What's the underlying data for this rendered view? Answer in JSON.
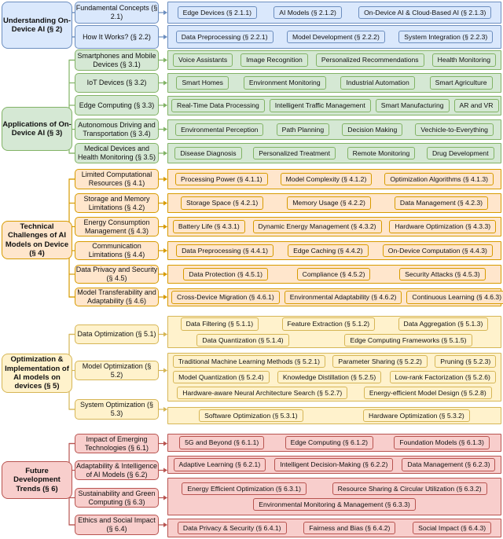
{
  "sections": [
    {
      "title": "Understanding On-Device AI (§ 2)",
      "colors": {
        "fill": "#dae8fc",
        "border": "#6c8ebf"
      },
      "children": [
        {
          "label": "Fundamental Concepts (§ 2.1)",
          "rows": [
            [
              "Edge Devices (§ 2.1.1)",
              "AI Models (§ 2.1.2)",
              "On-Device AI & Cloud-Based AI (§ 2.1.3)"
            ]
          ]
        },
        {
          "label": "How It Works? (§ 2.2)",
          "rows": [
            [
              "Data Preprocessing (§ 2.2.1)",
              "Model Development (§ 2.2.2)",
              "System Integration (§ 2.2.3)"
            ]
          ]
        }
      ]
    },
    {
      "title": "Applications of On-Device AI (§ 3)",
      "colors": {
        "fill": "#d5e8d4",
        "border": "#82b366"
      },
      "children": [
        {
          "label": "Smartphones and Mobile Devices (§ 3.1)",
          "rows": [
            [
              "Voice Assistants",
              "Image Recognition",
              "Personalized Recommendations",
              "Health Monitoring"
            ]
          ]
        },
        {
          "label": "IoT Devices (§ 3.2)",
          "rows": [
            [
              "Smart Homes",
              "Environment Monitoring",
              "Industrial Automation",
              "Smart Agriculture"
            ]
          ]
        },
        {
          "label": "Edge Computing (§ 3.3)",
          "rows": [
            [
              "Real-Time Data Processing",
              "Intelligent Traffic Management",
              "Smart Manufacturing",
              "AR and VR"
            ]
          ]
        },
        {
          "label": "Autonomous Driving and Transportation (§ 3.4)",
          "rows": [
            [
              "Environmental Perception",
              "Path Planning",
              "Decision Making",
              "Vechicle-to-Everything"
            ]
          ]
        },
        {
          "label": "Medical Devices and Health Monitoring (§ 3.5)",
          "rows": [
            [
              "Disease Diagnosis",
              "Personalized Treatment",
              "Remote Monitoring",
              "Drug Development"
            ]
          ]
        }
      ]
    },
    {
      "title": "Technical Challenges of AI Models on Device (§ 4)",
      "colors": {
        "fill": "#ffe6cc",
        "border": "#d79b00"
      },
      "children": [
        {
          "label": "Limited Computational Resources (§ 4.1)",
          "rows": [
            [
              "Processing Power (§ 4.1.1)",
              "Model Complexity (§ 4.1.2)",
              "Optimization Algorithms (§ 4.1.3)"
            ]
          ]
        },
        {
          "label": "Storage and Memory Limitations (§ 4.2)",
          "rows": [
            [
              "Storage Space (§ 4.2.1)",
              "Memory Usage (§ 4.2.2)",
              "Data Management (§ 4.2.3)"
            ]
          ]
        },
        {
          "label": "Energy Consumption Management (§ 4.3)",
          "rows": [
            [
              "Battery Life (§ 4.3.1)",
              "Dynamic Energy Management (§ 4.3.2)",
              "Hardware Optimization (§ 4.3.3)"
            ]
          ]
        },
        {
          "label": "Communication Limitations (§ 4.4)",
          "rows": [
            [
              "Data Preprocessing (§ 4.4.1)",
              "Edge Caching (§ 4.4.2)",
              "On-Device Computation (§ 4.4.3)"
            ]
          ]
        },
        {
          "label": "Data Privacy and Security (§ 4.5)",
          "rows": [
            [
              "Data Protection (§ 4.5.1)",
              "Compliance (§ 4.5.2)",
              "Security Attacks (§ 4.5.3)"
            ]
          ]
        },
        {
          "label": "Model Transferability and Adaptability (§ 4.6)",
          "rows": [
            [
              "Cross-Device Migration (§ 4.6.1)",
              "Environmental Adaptability (§ 4.6.2)",
              "Continuous Learning (§ 4.6.3)"
            ]
          ]
        }
      ]
    },
    {
      "title": "Optimization & Implementation of AI models on devices (§ 5)",
      "colors": {
        "fill": "#fff2cc",
        "border": "#d6b656"
      },
      "children": [
        {
          "label": "Data Optimization (§ 5.1)",
          "rows": [
            [
              "Data Filtering (§ 5.1.1)",
              "Feature Extraction (§ 5.1.2)",
              "Data Aggregation (§ 5.1.3)"
            ],
            [
              "Data Quantization (§ 5.1.4)",
              "Edge Computing Frameworks (§ 5.1.5)"
            ]
          ]
        },
        {
          "label": "Model Optimization (§ 5.2)",
          "rows": [
            [
              "Traditional Machine Learning Methods (§ 5.2.1)",
              "Parameter Sharing (§ 5.2.2)",
              "Pruning (§ 5.2.3)"
            ],
            [
              "Model Quantization (§ 5.2.4)",
              "Knowledge Distillation (§ 5.2.5)",
              "Low-rank Factorization (§ 5.2.6)"
            ],
            [
              "Hardware-aware Neural Architecture Search (§ 5.2.7)",
              "Energy-efficient Model Design (§ 5.2.8)"
            ]
          ]
        },
        {
          "label": "System Optimization (§ 5.3)",
          "rows": [
            [
              "Software Optimization (§ 5.3.1)",
              "Hardware Optimization (§ 5.3.2)"
            ]
          ]
        }
      ]
    },
    {
      "title": "Future Development Trends (§ 6)",
      "colors": {
        "fill": "#f8cecc",
        "border": "#b85450"
      },
      "children": [
        {
          "label": "Impact of Emerging Technologies (§ 6.1)",
          "rows": [
            [
              "5G and Beyond (§ 6.1.1)",
              "Edge Computing (§ 6.1.2)",
              "Foundation Models (§ 6.1.3)"
            ]
          ]
        },
        {
          "label": "Adaptability & Intelligence of AI Models (§ 6.2)",
          "rows": [
            [
              "Adaptive Learning (§ 6.2.1)",
              "Intelligent Decision-Making (§ 6.2.2)",
              "Data Management (§ 6.2.3)"
            ]
          ]
        },
        {
          "label": "Sustainability and Green Computing (§ 6.3)",
          "rows": [
            [
              "Energy Efficient Optimization (§ 6.3.1)",
              "Resource Sharing & Circular Utilization (§ 6.3.2)"
            ],
            [
              "Environmental Monitoring & Management (§ 6.3.3)"
            ]
          ]
        },
        {
          "label": "Ethics and Social Impact (§ 6.4)",
          "rows": [
            [
              "Data Privacy & Security (§ 6.4.1)",
              "Fairness and Bias (§ 6.4.2)",
              "Social Impact (§ 6.4.3)"
            ]
          ]
        }
      ]
    }
  ]
}
